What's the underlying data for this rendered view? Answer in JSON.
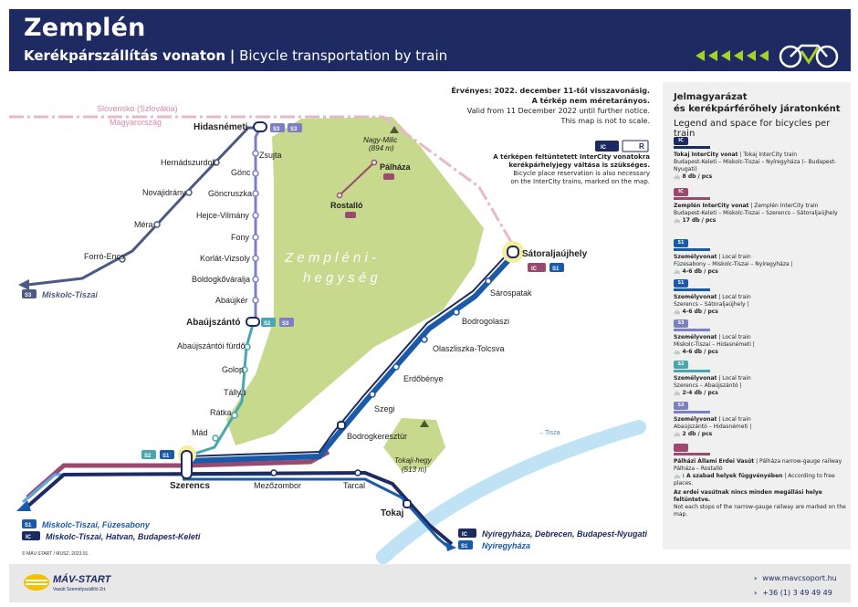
{
  "header": {
    "title": "Zemplén",
    "subtitle_hu": "Kerékpárszállítás vonaton",
    "subtitle_sep": "|",
    "subtitle_en": "Bicycle transportation by train"
  },
  "notice": {
    "line1": "Érvényes: 2022. december 11-től visszavonásig.",
    "line2": "A térkép nem méretarányos.",
    "line3": "Valid from 11 December 2022 until further notice.",
    "line4": "This map is not to scale."
  },
  "reservation_note": {
    "line1": "A térképen feltüntetett InterCity vonatokra",
    "line2": "kerékpárhelyjegy váltása is szükséges.",
    "line3": "Bicycle place reservation is also necessary",
    "line4": "on the InterCity trains, marked on the map."
  },
  "borders": {
    "slovakia": "Slovensko (Szlovákia)",
    "hungary": "Magyarország"
  },
  "regions": {
    "mountains_line1": "Z e m p l é n i -",
    "mountains_line2": "h e g y s é g",
    "milic": "Nagy-Milic",
    "milic_h": "(894 m)",
    "tokaj_hill": "Tokaji-hegy",
    "tokaj_h": "(513 m)",
    "river": "←Tisza"
  },
  "stations": {
    "hidasnemeti": "Hidasnémeti",
    "zsujta": "Zsujta",
    "hernadszurdok": "Hernádszurdok",
    "novajidrany": "Novajidrány",
    "mera": "Méra",
    "forro": "Forró-Encs",
    "gonc": "Gönc",
    "goncruszka": "Göncruszka",
    "hejce": "Hejce-Vilmány",
    "fony": "Fony",
    "korlat": "Korlát-Vizsoly",
    "boldogko": "Boldogkőváralja",
    "abaujker": "Abaújkér",
    "abaujszanto": "Abaújszántó",
    "abaujszanto_furdo": "Abaújszántói fürdő",
    "golop": "Golop",
    "tallya": "Tállya",
    "ratka": "Rátka",
    "mad": "Mád",
    "szerencs": "Szerencs",
    "mezozombor": "Mezőzombor",
    "tarcal": "Tarcal",
    "tokaj": "Tokaj",
    "bodrogkeresztur": "Bodrogkeresztúr",
    "szegi": "Szegi",
    "erdobenye": "Erdőbénye",
    "olaszliszka": "Olaszliszka-Tolcsva",
    "bodrogolaszi": "Bodrogolaszi",
    "sarospatak": "Sárospatak",
    "satoraljaujhely": "Sátoraljaújhely",
    "palhaza": "Pálháza",
    "rostallo": "Rostalló"
  },
  "destinations": {
    "miskolc_tiszai": "Miskolc-Tiszai",
    "miskolc_fuzesabony": "Miskolc-Tiszai, Füzesabony",
    "miskolc_hatvan": "Miskolc-Tiszai, Hatvan, Budapest-Keleti",
    "nyh_debrecen": "Nyíregyháza, Debrecen, Budapest-Nyugati",
    "nyiregyhaza": "Nyíregyháza"
  },
  "badges": {
    "s1": "S1",
    "s2": "S2",
    "s3": "S3",
    "ic": "IC",
    "r": "R"
  },
  "legend": {
    "title1": "Jelmagyarázat",
    "title2": "és kerékpárférőhely járatonként",
    "subtitle": "Legend and space for bicycles per train",
    "items": [
      {
        "name": "Tokaj InterCity vonat",
        "sub": "| Tokaj InterCity train",
        "route": "Budapest-Keleti – Miskolc-Tiszai – Nyíregyháza (– Budapest-Nyugati)",
        "cap": "8 db / pcs"
      },
      {
        "name": "Zemplén InterCity vonat",
        "sub": "| Zemplén InterCity train",
        "route": "Budapest-Keleti – Miskolc-Tiszai – Szerencs – Sátoraljaújhely",
        "cap": "17 db / pcs"
      },
      {
        "name": "Személyvonat",
        "sub": "| Local train",
        "route": "Füzesabony – Miskolc-Tiszai – Nyíregyháza |",
        "cap": "4-6 db / pcs"
      },
      {
        "name": "Személyvonat",
        "sub": "| Local train",
        "route": "Szerencs – Sátoraljaújhely |",
        "cap": "4-6 db / pcs"
      },
      {
        "name": "Személyvonat",
        "sub": "| Local train",
        "route": "Miskolc-Tiszai – Hidasnémeti |",
        "cap": "4-6 db / pcs"
      },
      {
        "name": "Személyvonat",
        "sub": "| Local train",
        "route": "Szerencs – Abaújszántó |",
        "cap": "2-4 db / pcs"
      },
      {
        "name": "Személyvonat",
        "sub": "| Local train",
        "route": "Abaújszántó – Hidasnémeti |",
        "cap": "2 db / pcs"
      },
      {
        "name": "Pálházi Állami Erdei Vasút",
        "sub": "| Pálháza narrow-gauge railway",
        "route": "Pálháza – Rostalló",
        "cap": ": A szabad helyek függvényében",
        "cap2": "| According to free places."
      }
    ],
    "note1": "Az erdei vasútnak nincs minden megállási helye feltüntetve.",
    "note2": "Not each stops of the narrow-gauge railway are marked on the map."
  },
  "footer": {
    "copyright": "© MÁV-START / MUSZ. 2023.01.",
    "logo": "MÁV-START",
    "logo_sub": "Vasúti Személyszállító Zrt.",
    "website": "www.mavcsoport.hu",
    "phone": "+36 (1) 3 49 49 49"
  },
  "colors": {
    "navy": "#1e2a62",
    "blue": "#1a5aa8",
    "purple": "#9a4a6e",
    "lavender": "#7b7fc4",
    "teal": "#4aa6ae",
    "slate": "#4a5a80",
    "green_area": "#c6d98c",
    "river": "#bfe3f4",
    "lime": "#a8d02a",
    "border_pink": "#e8b8c8"
  }
}
